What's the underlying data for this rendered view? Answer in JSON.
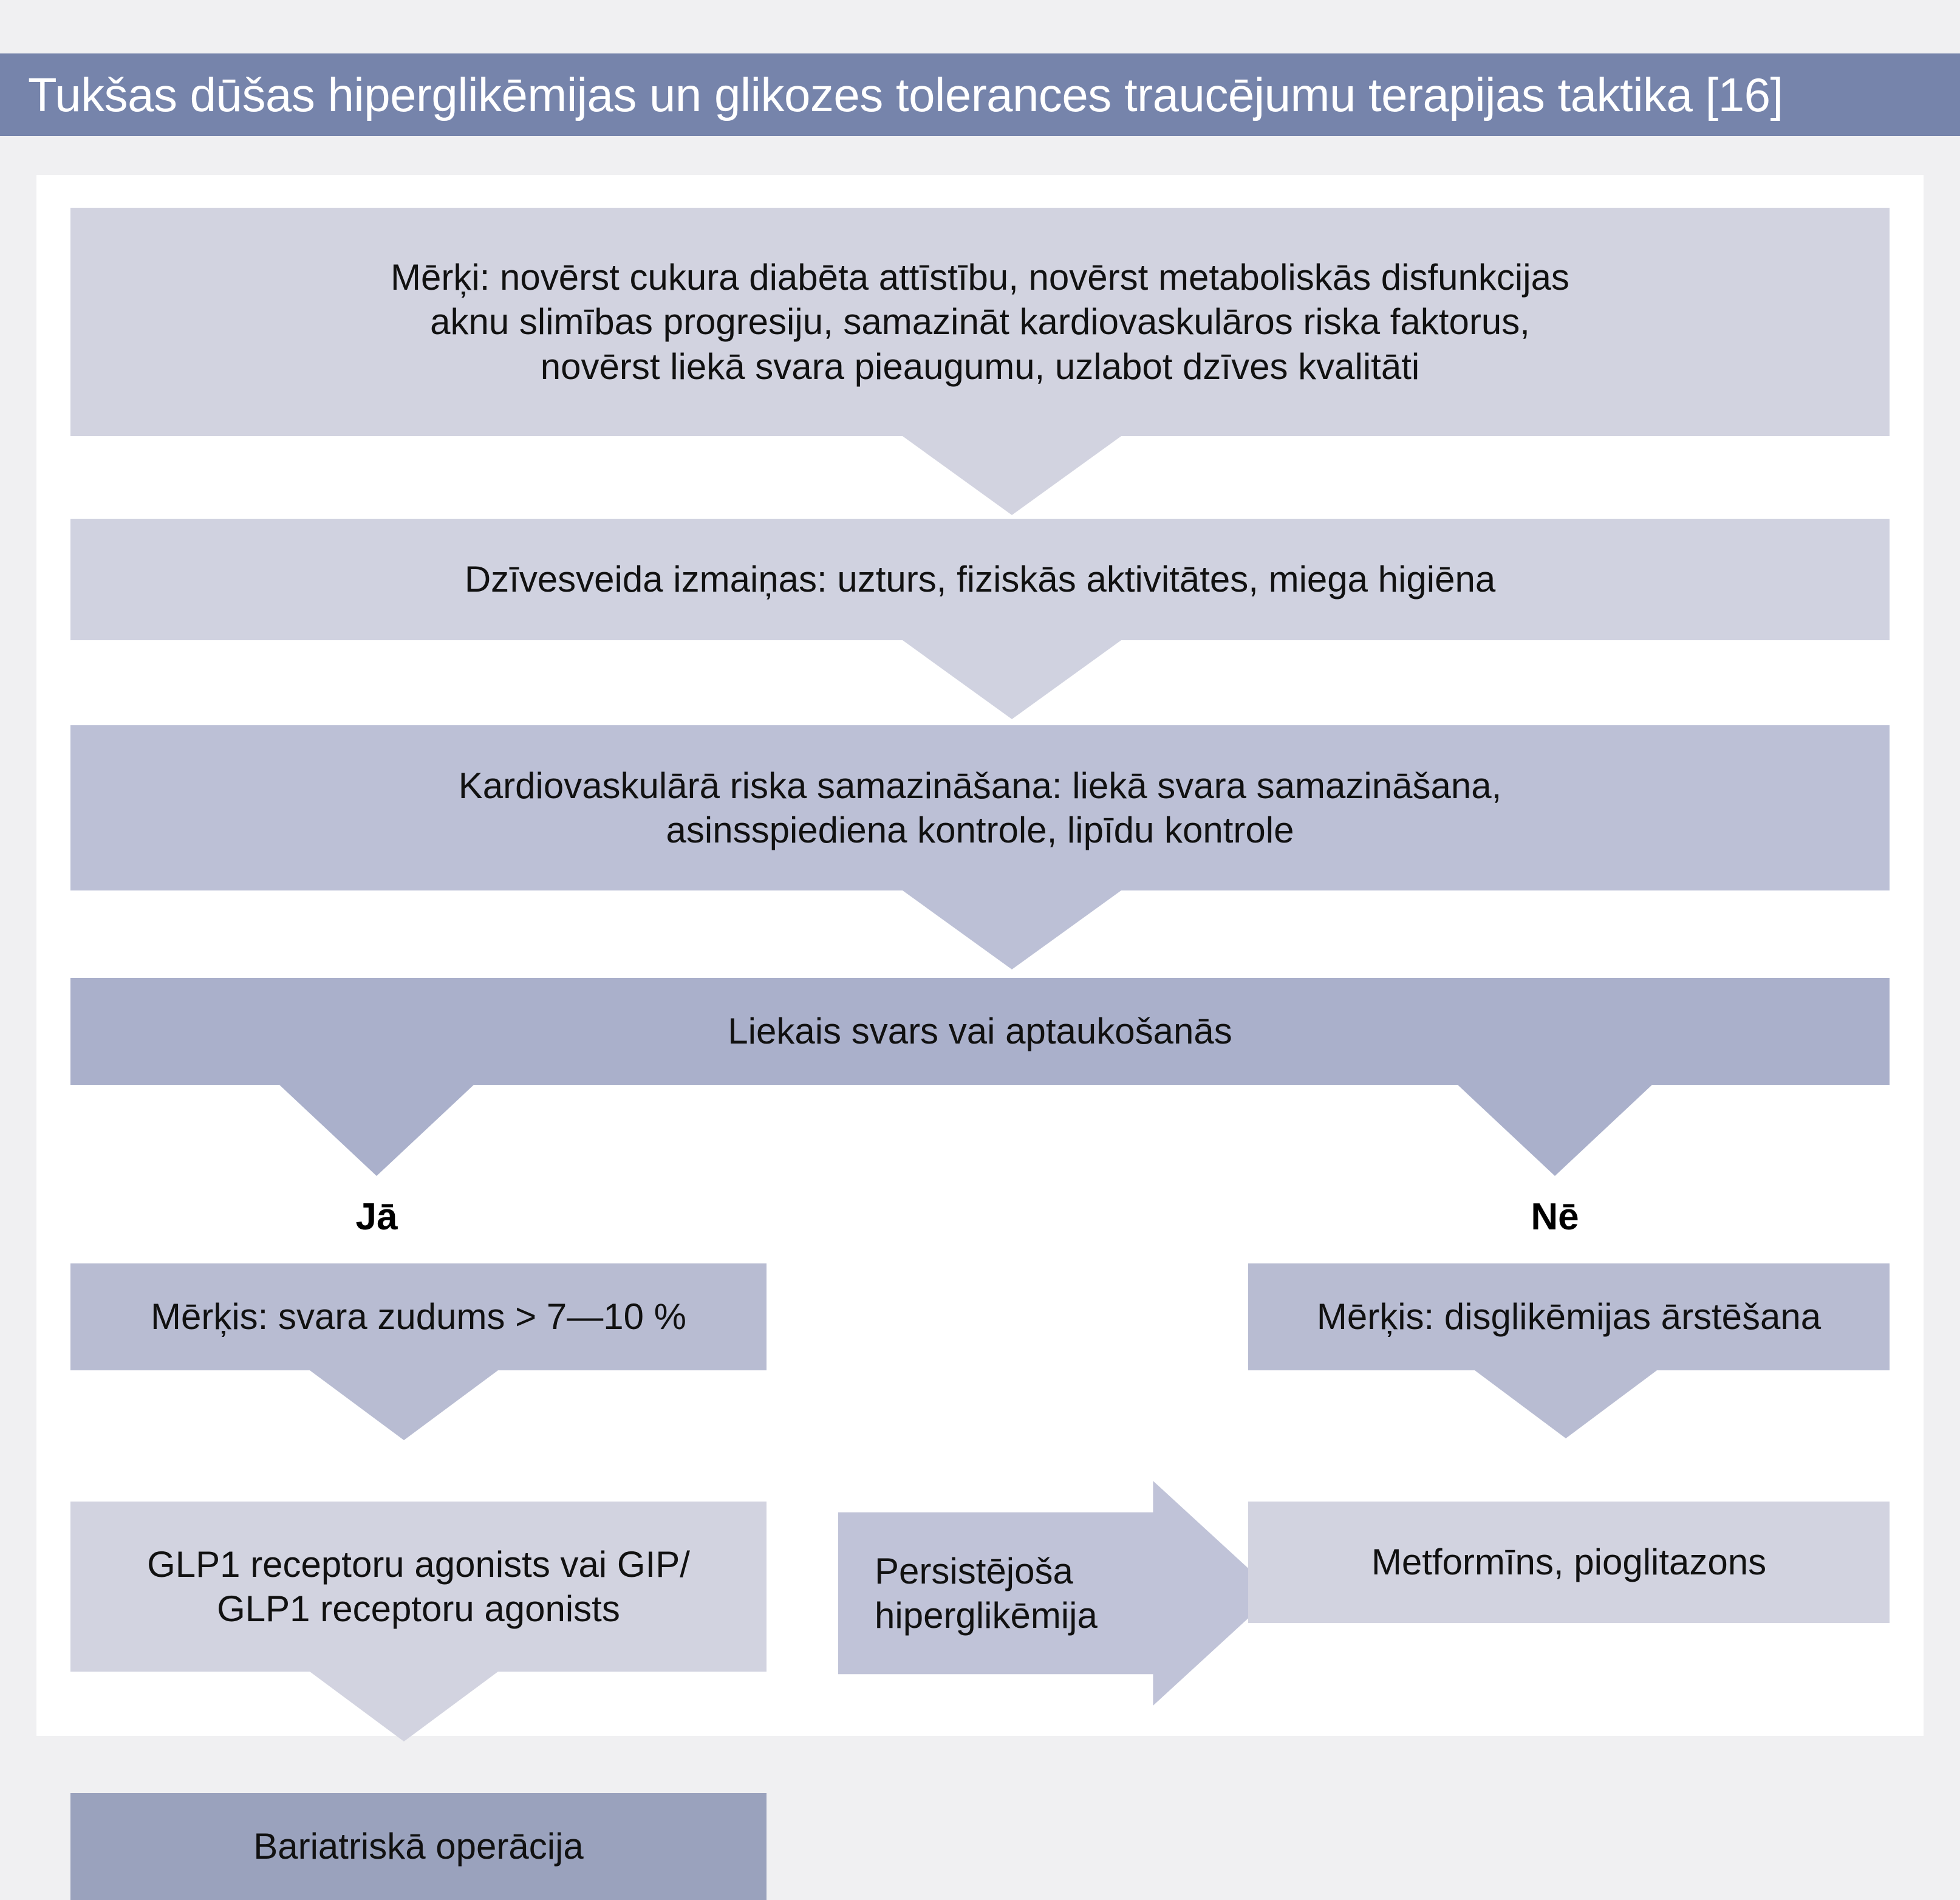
{
  "figure": {
    "title": "Tukšas dūšas hiperglikēmijas un glikozes tolerances traucējumu terapijas taktika [16]",
    "title_bar_color": "#7684ab",
    "canvas_color": "#ffffff",
    "page_background": "#f0f0f2"
  },
  "flow": {
    "goals": {
      "line1": "Mērķi: novērst cukura diabēta attīstību, novērst metaboliskās disfunkcijas",
      "line2": "aknu slimības progresiju, samazināt kardiovaskulāros riska faktorus,",
      "line3": "novērst liekā svara pieaugumu, uzlabot dzīves kvalitāti",
      "color": "#d2d3e0"
    },
    "lifestyle": {
      "text": "Dzīvesveida izmaiņas: uzturs, fiziskās aktivitātes, miega higiēna",
      "color": "#d0d2e0"
    },
    "cardio": {
      "line1": "Kardiovaskulārā riska samazināšana: liekā svara samazināšana,",
      "line2": "asinsspiediena kontrole, lipīdu kontrole",
      "color": "#bcc0d6"
    },
    "decision": {
      "text": "Liekais svars vai aptaukošanās",
      "color": "#aab0cb"
    },
    "branches": {
      "yes_label": "Jā",
      "no_label": "Nē"
    },
    "yes_path": {
      "goal": {
        "text": "Mērķis: svara zudums > 7—10 %",
        "color": "#b8bcd2"
      },
      "therapy": {
        "line1": "GLP1 receptoru agonists vai GIP/",
        "line2": "GLP1 receptoru agonists",
        "color": "#d2d3e0"
      },
      "surgery": {
        "text": "Bariatriskā operācija",
        "color": "#9aa2bd"
      }
    },
    "bridge": {
      "line1": "Persistējoša",
      "line2": "hiperglikēmija",
      "color": "#c0c3d8"
    },
    "no_path": {
      "goal": {
        "text": "Mērķis: disglikēmijas ārstēšana",
        "color": "#b8bcd2"
      },
      "drugs": {
        "text": "Metformīns, pioglitazons",
        "color": "#d2d3e0"
      }
    }
  }
}
